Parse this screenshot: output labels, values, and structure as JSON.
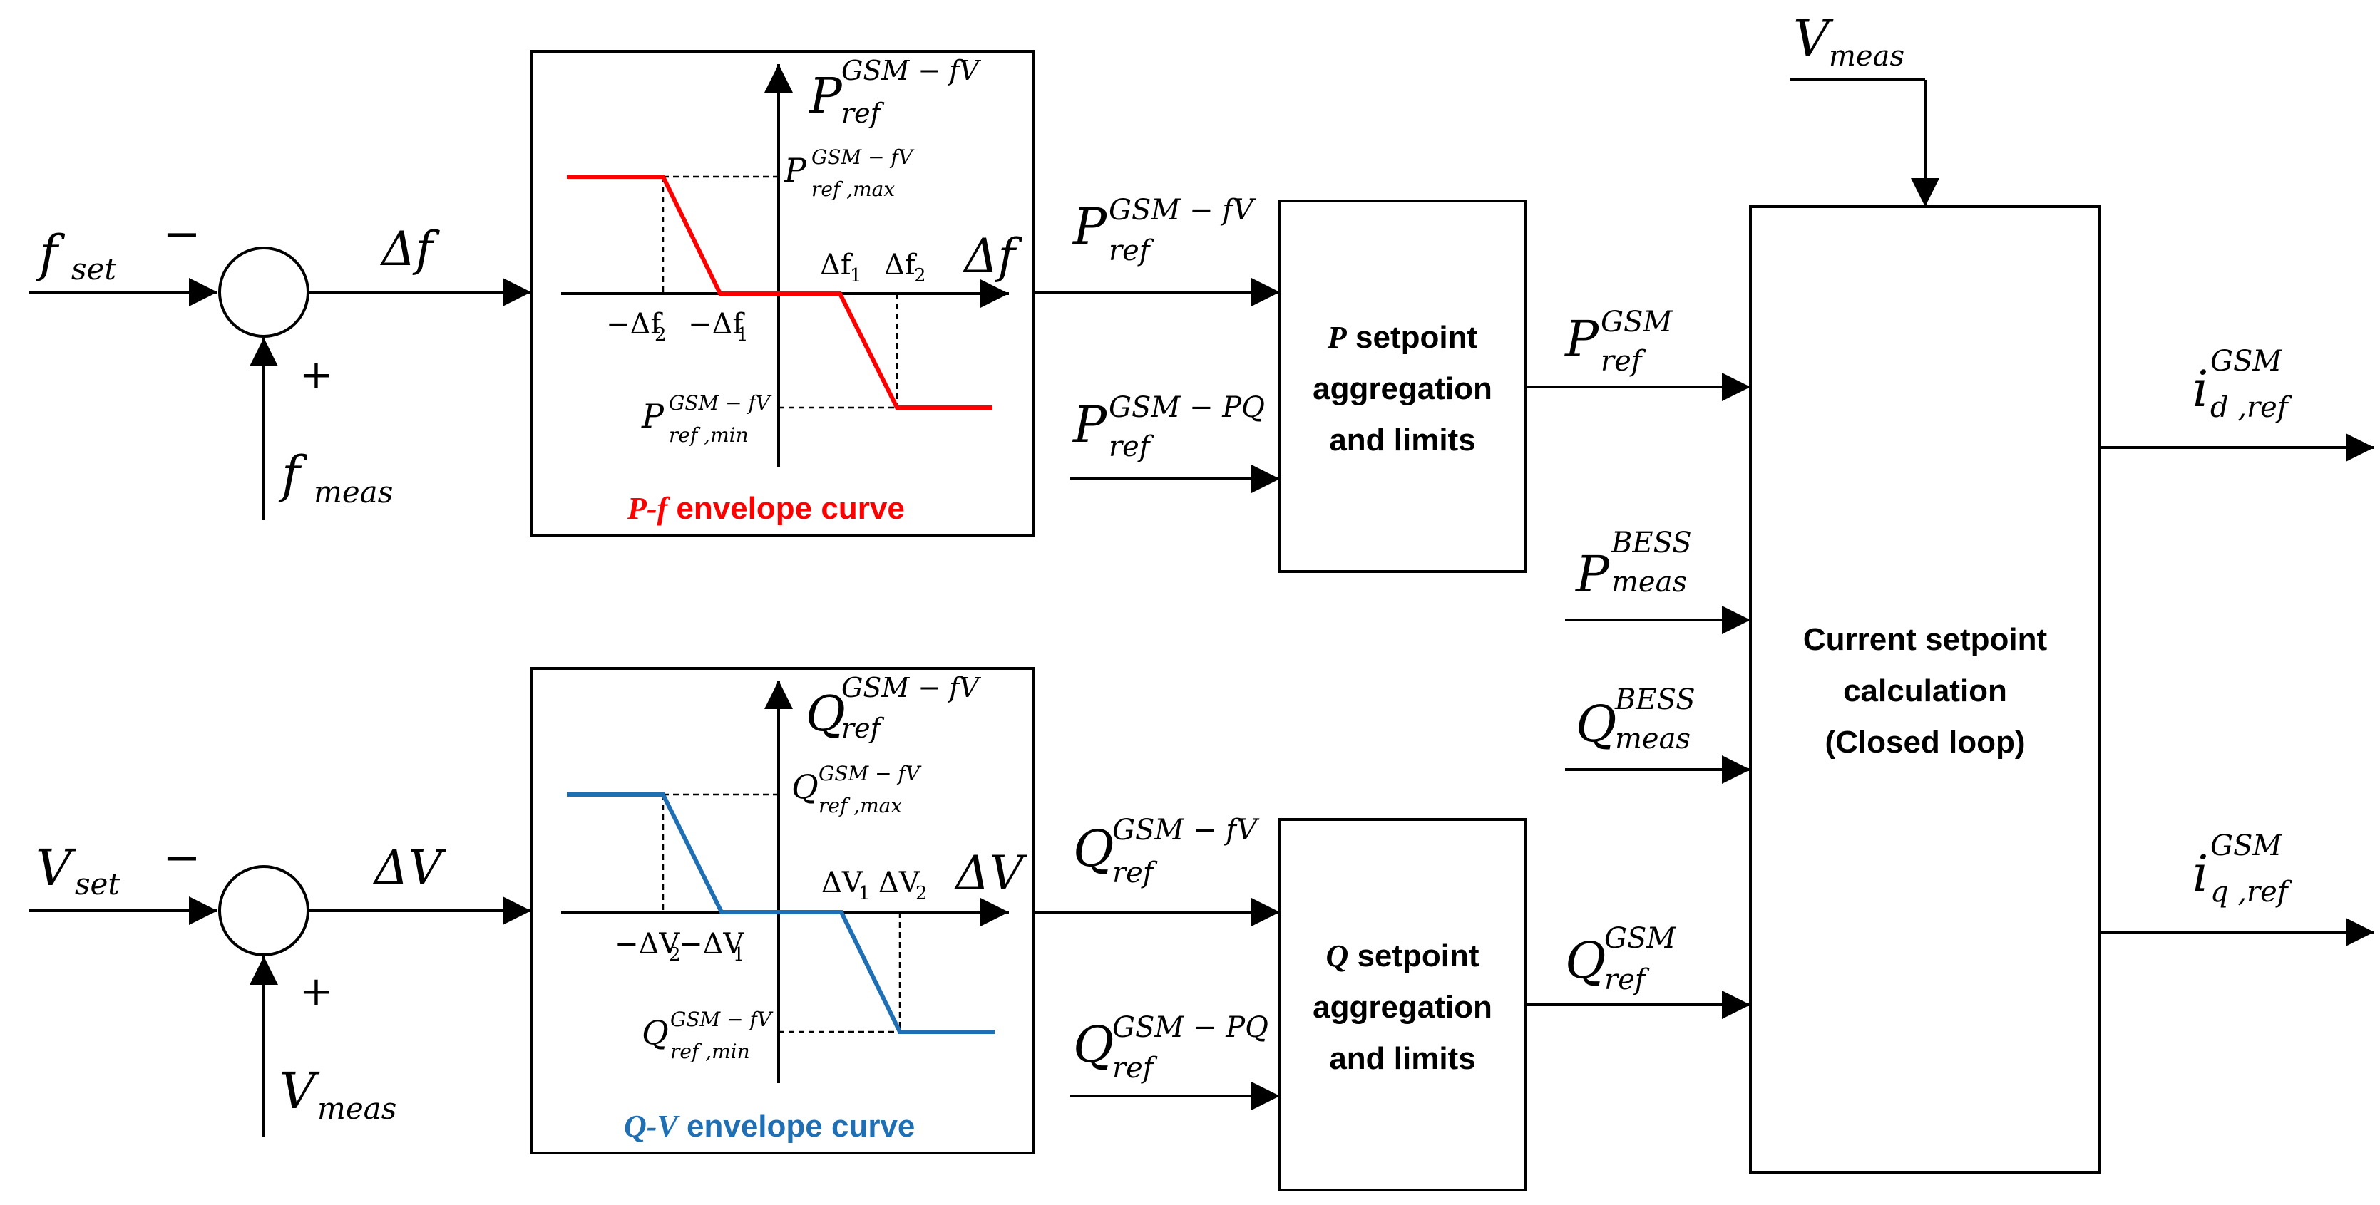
{
  "inputs": {
    "f_set": {
      "main": "f",
      "sub": "set"
    },
    "f_meas": {
      "main": "f",
      "sub": "meas"
    },
    "V_set": {
      "main": "V",
      "sub": "set"
    },
    "V_meas": {
      "main": "V",
      "sub": "meas"
    },
    "V_meas_top": {
      "main": "V",
      "sub": "meas"
    },
    "minus": "−",
    "plus": "+"
  },
  "signals": {
    "delta_f": "Δf",
    "delta_V": "ΔV",
    "P_ref_fV": {
      "main": "P",
      "sub": "ref",
      "sup": "GSM − fV"
    },
    "P_ref_PQ": {
      "main": "P",
      "sub": "ref",
      "sup": "GSM − PQ"
    },
    "Q_ref_fV": {
      "main": "Q",
      "sub": "ref",
      "sup": "GSM − fV"
    },
    "Q_ref_PQ": {
      "main": "Q",
      "sub": "ref",
      "sup": "GSM − PQ"
    },
    "P_ref_GSM": {
      "main": "P",
      "sub": "ref",
      "sup": "GSM"
    },
    "Q_ref_GSM": {
      "main": "Q",
      "sub": "ref",
      "sup": "GSM"
    },
    "P_meas_BESS": {
      "main": "P",
      "sub": "meas",
      "sup": "BESS"
    },
    "Q_meas_BESS": {
      "main": "Q",
      "sub": "meas",
      "sup": "BESS"
    },
    "i_d_ref": {
      "main": "i",
      "sub": "d ,ref",
      "sup": "GSM"
    },
    "i_q_ref": {
      "main": "i",
      "sub": "q ,ref",
      "sup": "GSM"
    }
  },
  "pf_curve": {
    "caption_italic": "P-f",
    "caption_rest": " envelope curve",
    "color": "#ff0000",
    "axis_y": {
      "main": "P",
      "sub": "ref",
      "sup": "GSM − fV"
    },
    "axis_x": "Δf",
    "max_label": {
      "main": "P",
      "sub": "ref ,max",
      "sup": "GSM − fV"
    },
    "min_label": {
      "main": "P",
      "sub": "ref ,min",
      "sup": "GSM − fV"
    },
    "ticks": [
      {
        "main": "−Δf",
        "sub": "2"
      },
      {
        "main": "−Δf",
        "sub": "1"
      },
      {
        "main": "Δf",
        "sub": "1"
      },
      {
        "main": "Δf",
        "sub": "2"
      }
    ]
  },
  "qv_curve": {
    "caption_italic": "Q-V",
    "caption_rest": " envelope curve",
    "color": "#1f6fb5",
    "axis_y": {
      "main": "Q",
      "sub": "ref",
      "sup": "GSM − fV"
    },
    "axis_x": "ΔV",
    "max_label": {
      "main": "Q",
      "sub": "ref ,max",
      "sup": "GSM − fV"
    },
    "min_label": {
      "main": "Q",
      "sub": "ref ,min",
      "sup": "GSM − fV"
    },
    "ticks": [
      {
        "main": "−ΔV",
        "sub": "2"
      },
      {
        "main": "−ΔV",
        "sub": "1"
      },
      {
        "main": "ΔV",
        "sub": "1"
      },
      {
        "main": "ΔV",
        "sub": "2"
      }
    ]
  },
  "blocks": {
    "p_agg": {
      "lines": [
        " setpoint",
        "aggregation",
        "and limits"
      ],
      "lead": "P"
    },
    "q_agg": {
      "lines": [
        " setpoint",
        "aggregation",
        "and limits"
      ],
      "lead": "Q"
    },
    "current": {
      "lines": [
        "Current setpoint",
        "calculation",
        "(Closed loop)"
      ]
    }
  }
}
